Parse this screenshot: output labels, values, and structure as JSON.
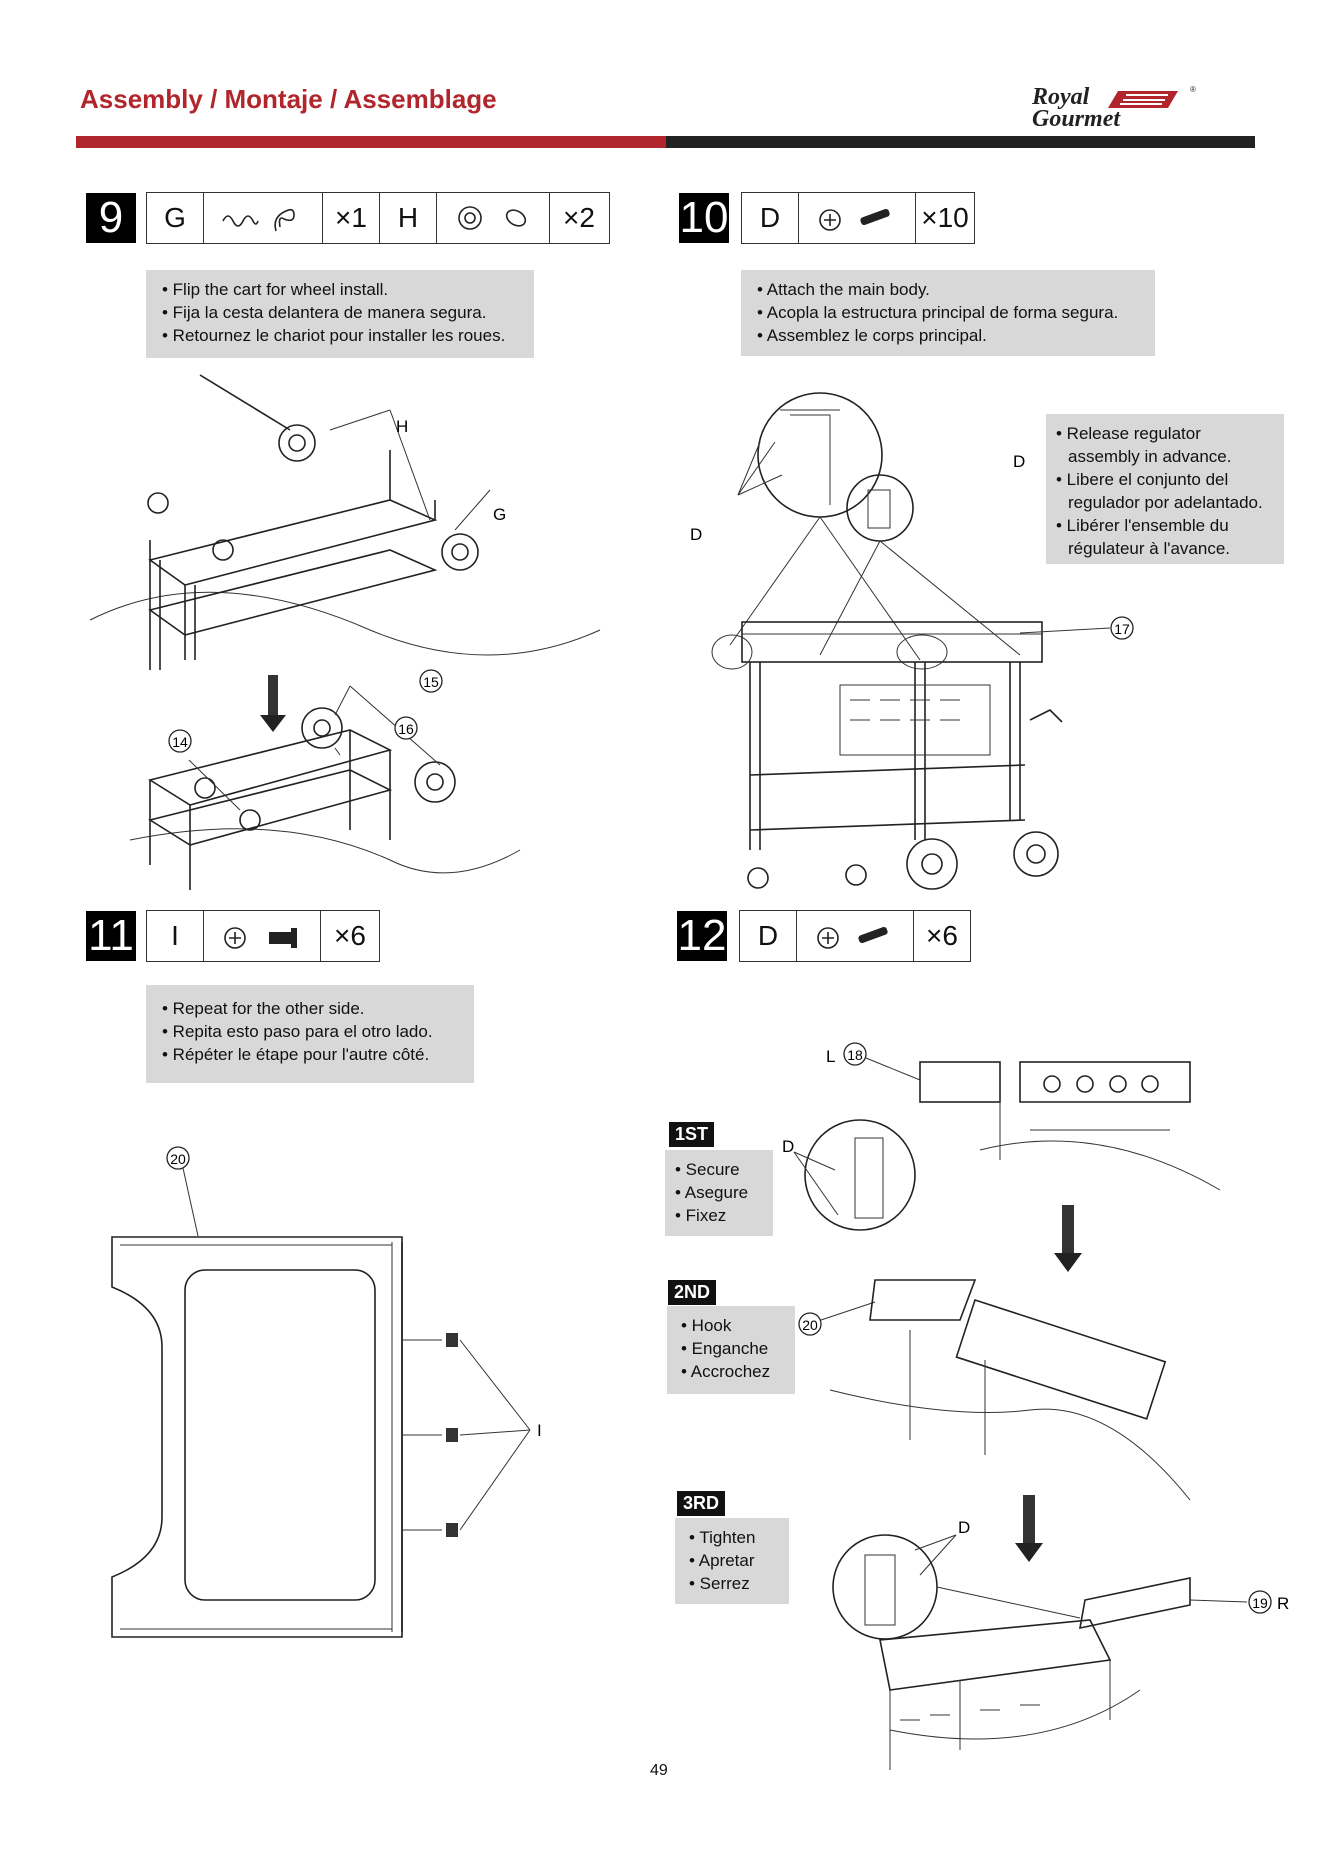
{
  "header": {
    "title": "Assembly / Montaje / Assemblage",
    "logo_line1": "Royal",
    "logo_line2": "Gourmet",
    "logo_mark": "®"
  },
  "steps": [
    {
      "number": "9",
      "parts": [
        {
          "letter": "G",
          "icons": [
            "hair-pin-icon",
            "hitch-pin-icon"
          ],
          "qty": "×1"
        },
        {
          "letter": "H",
          "icons": [
            "washer-icon",
            "lock-washer-icon"
          ],
          "qty": "×2"
        }
      ],
      "notes": [
        "• Flip the cart for wheel install.",
        "• Fija la cesta delantera de manera segura.",
        "• Retournez le chariot pour installer les roues."
      ],
      "labels": {
        "h": "H",
        "g": "G",
        "c14": "14",
        "c15": "15",
        "c16": "16"
      }
    },
    {
      "number": "10",
      "parts": [
        {
          "letter": "D",
          "icons": [
            "phillips-icon",
            "screw-icon"
          ],
          "qty": "×10"
        }
      ],
      "notes": [
        "• Attach the main body.",
        "• Acopla la estructura principal de forma segura.",
        "• Assemblez le corps principal."
      ],
      "side_notes": [
        "• Release regulator",
        "assembly in advance.",
        "• Libere el conjunto del",
        "regulador por adelantado.",
        "• Libérer l'ensemble du",
        "régulateur à l'avance."
      ],
      "labels": {
        "d1": "D",
        "d2": "D",
        "c17": "17"
      }
    },
    {
      "number": "11",
      "parts": [
        {
          "letter": "I",
          "icons": [
            "phillips-icon",
            "shoulder-bolt-icon"
          ],
          "qty": "×6"
        }
      ],
      "notes": [
        "• Repeat for the other side.",
        "• Repita esto paso para el otro lado.",
        "• Répéter le étape pour l'autre côté."
      ],
      "labels": {
        "c20": "20",
        "i": "I"
      }
    },
    {
      "number": "12",
      "parts": [
        {
          "letter": "D",
          "icons": [
            "phillips-icon",
            "screw-icon"
          ],
          "qty": "×6"
        }
      ],
      "substeps": [
        {
          "tag": "1ST",
          "notes": [
            "• Secure",
            "• Asegure",
            "• Fixez"
          ]
        },
        {
          "tag": "2ND",
          "notes": [
            "• Hook",
            "• Enganche",
            "• Accrochez"
          ]
        },
        {
          "tag": "3RD",
          "notes": [
            "• Tighten",
            "• Apretar",
            "• Serrez"
          ]
        }
      ],
      "labels": {
        "l": "L",
        "c18": "18",
        "d1": "D",
        "c20": "20",
        "d2": "D",
        "c19": "19",
        "r": "R"
      }
    }
  ],
  "footer": {
    "page_number": "49"
  }
}
